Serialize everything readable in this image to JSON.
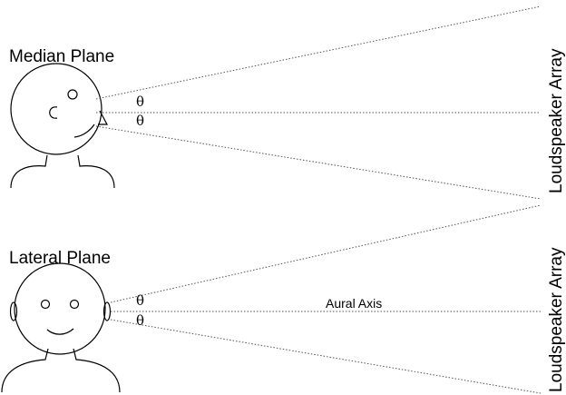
{
  "median": {
    "title": "Median Plane",
    "theta_upper": "θ",
    "theta_lower": "θ",
    "array_label": "Loudspeaker Array"
  },
  "lateral": {
    "title": "Lateral Plane",
    "theta_upper": "θ",
    "theta_lower": "θ",
    "axis_label": "Aural Axis",
    "array_label": "Loudspeaker Array"
  }
}
